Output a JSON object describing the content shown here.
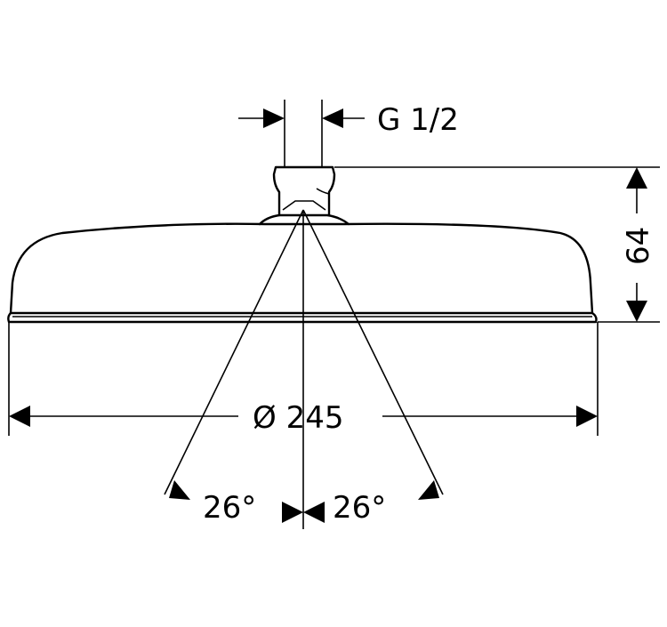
{
  "dimensions": {
    "connection": "G 1/2",
    "height": "64",
    "diameter": "Ø 245",
    "spray_angle_left": "26°",
    "spray_angle_right": "26°"
  }
}
